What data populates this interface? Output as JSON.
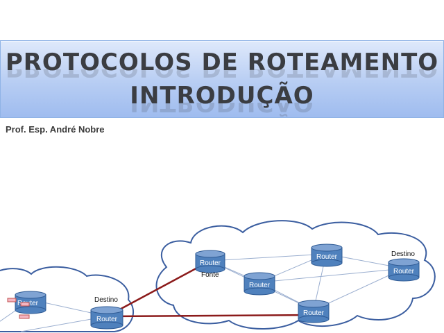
{
  "slide": {
    "title_line1": "PROTOCOLOS DE ROTEAMENTO",
    "title_line2": "INTRODUÇÃO",
    "author": "Prof. Esp. André Nobre"
  },
  "diagram": {
    "router_label": "Router",
    "fonte_label": "Fonte",
    "destino_label": "Destino",
    "colors": {
      "router_fill": "#4f81bd",
      "router_top": "#7fa3d3",
      "link_highlight": "#8b1a1a",
      "link_normal": "#9aaecf",
      "cloud_stroke": "#3b5ea0"
    }
  }
}
